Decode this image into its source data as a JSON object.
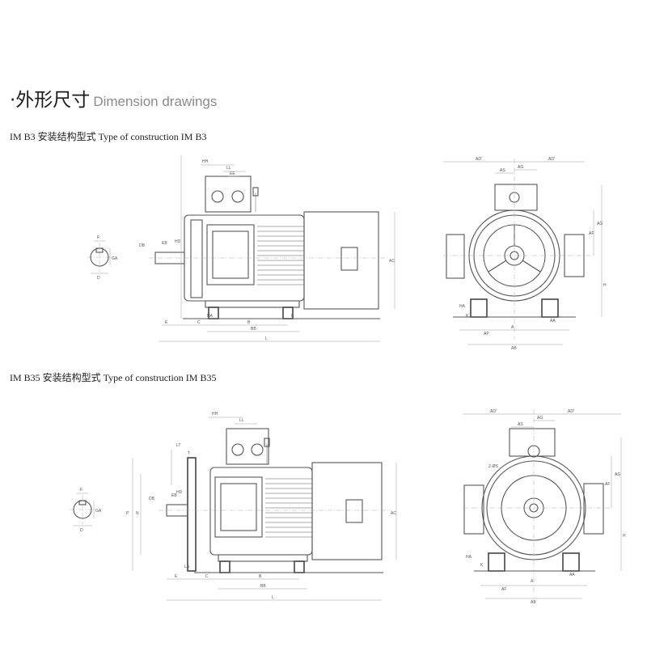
{
  "heading": {
    "zh": "·外形尺寸",
    "en": "Dimension drawings"
  },
  "sections": [
    {
      "caption": "IM B3  安装结构型式 Type of construction IM B3"
    },
    {
      "caption": "IM B35  安装结构型式 Type of construction IM B35"
    }
  ],
  "labels": {
    "shaft": [
      "F",
      "GA",
      "D"
    ],
    "b3_side": [
      "HH",
      "LL",
      "EE",
      "DB",
      "EB",
      "AC",
      "HD",
      "HA",
      "K",
      "E",
      "C",
      "B",
      "BB",
      "L"
    ],
    "b3_front": [
      "AD'",
      "AD'",
      "AS",
      "AG",
      "AG",
      "AF",
      "H",
      "HA",
      "K",
      "A",
      "AA",
      "AP",
      "AB"
    ],
    "b35_side": [
      "HH",
      "LL",
      "LT",
      "T",
      "DB",
      "EB",
      "P",
      "N",
      "AC",
      "HD",
      "LA",
      "E",
      "C",
      "B",
      "BB",
      "L"
    ],
    "b35_front": [
      "AD'",
      "AD'",
      "AS",
      "AG",
      "Z-ØS",
      "AG",
      "AF",
      "H",
      "HA",
      "K",
      "A",
      "AA",
      "AF",
      "AB"
    ]
  }
}
